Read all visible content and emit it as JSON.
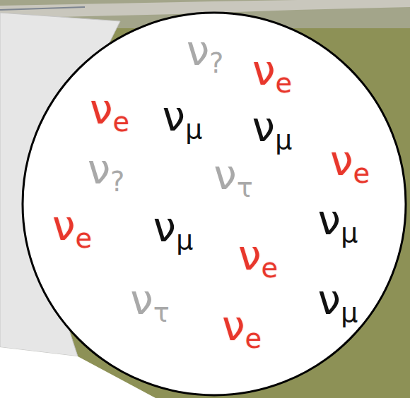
{
  "diagram": {
    "nodes": [
      {
        "text": [
          "ν?",
          "νe",
          "νe",
          "νμ",
          "νμ",
          "νe",
          "ν?",
          "ντ",
          "νe",
          "νμ",
          "νμ",
          "νe",
          "ντ",
          "νμ",
          "νe"
        ]
      }
    ]
  }
}
